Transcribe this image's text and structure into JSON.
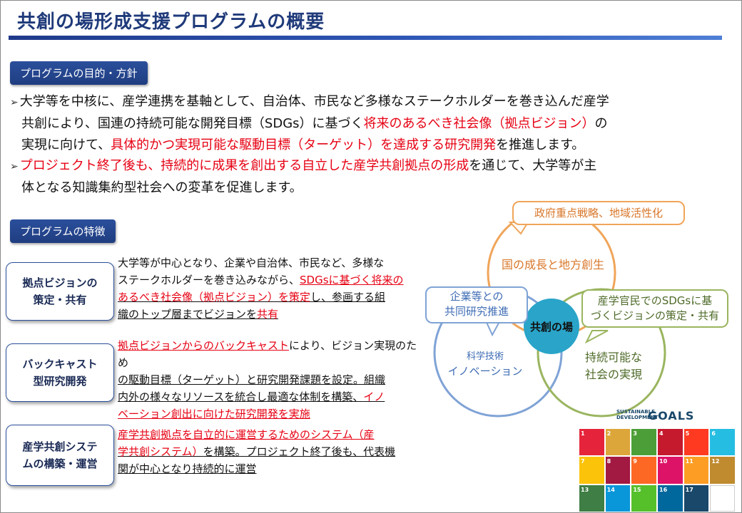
{
  "title": "共創の場形成支援プログラムの概要",
  "section1": {
    "label": "プログラムの目的・方針",
    "bullet1": {
      "t1": "大学等を中核に、産学連携を基軸として、自治体、市民など多様なステークホルダーを巻き込んだ産学",
      "t2": "共創により、国連の持続可能な開発目標（SDGs）に基づく",
      "r1": "将来のあるべき社会像（拠点ビジョン）",
      "t3": "の",
      "t4": "実現に向けて、",
      "r2": "具体的かつ実現可能な駆動目標（ターゲット）を達成する研究開発",
      "t5": "を推進します。"
    },
    "bullet2": {
      "r1": "プロジェクト終了後も、持続的に成果を創出する自立した産学共創拠点の形成",
      "t1": "を通じて、大学等が主",
      "t2": "体となる知識集約型社会への変革を促進します。"
    }
  },
  "section2": {
    "label": "プログラムの特徴",
    "features": [
      {
        "title1": "拠点ビジョンの",
        "title2": "策定・共有",
        "l1": "大学等が中心となり、企業や自治体、市民など、多様な",
        "l2a": "ステークホルダーを巻き込みながら、",
        "l2b": "SDGsに基づく将来の",
        "l3a": "あるべき社会像（拠点ビジョン）を策定",
        "l3b": "し、参画する組",
        "l4a": "織のトップ層までビジョンを",
        "l4b": "共有"
      },
      {
        "title1": "バックキャスト",
        "title2": "型研究開発",
        "l1a": "拠点ビジョンからのバックキャスト",
        "l1b": "により、ビジョン実現のため",
        "l2": "の駆動目標（ターゲット）と研究開発課題を設定。組織",
        "l3a": "内外の様々なリソースを統合し最適な体制を構築、",
        "l3b": "イノ",
        "l4": "ベーション創出に向けた研究開発を実施"
      },
      {
        "title1": "産学共創システ",
        "title2": "ムの構築・運営",
        "l1": "産学共創拠点を自立的に運営するためのシステム（産",
        "l2a": "学共創システム）",
        "l2b": "を構築。プロジェクト終了後も、代表機",
        "l3": "関が中心となり持続的に運営"
      }
    ]
  },
  "venn": {
    "top_circle": "国の成長と地方創生",
    "left_circle_1": "科学技術",
    "left_circle_2": "イノベーション",
    "right_circle_1": "持続可能な",
    "right_circle_2": "社会の実現",
    "center": "共創の場",
    "callout_top": "政府重点戦略、地域活性化",
    "callout_left_1": "企業等との",
    "callout_left_2": "共同研究推進",
    "callout_right_1": "産学官民でのSDGsに基",
    "callout_right_2": "づくビジョンの策定・共有",
    "colors": {
      "orange": "#f0a55a",
      "blue": "#7fa3d6",
      "green": "#9ab55f",
      "center": "#2aa4c9"
    }
  },
  "sdgs": {
    "logo_line1": "SUSTAINABLE",
    "logo_line2": "DEVELOPMENT",
    "logo_word": "GOALS",
    "tiles": [
      {
        "n": "1",
        "c": "#e5243b"
      },
      {
        "n": "2",
        "c": "#dda63a"
      },
      {
        "n": "3",
        "c": "#4c9f38"
      },
      {
        "n": "4",
        "c": "#c5192d"
      },
      {
        "n": "5",
        "c": "#ff3a21"
      },
      {
        "n": "6",
        "c": "#26bde2"
      },
      {
        "n": "7",
        "c": "#fcc30b"
      },
      {
        "n": "8",
        "c": "#a21942"
      },
      {
        "n": "9",
        "c": "#fd6925"
      },
      {
        "n": "10",
        "c": "#dd1367"
      },
      {
        "n": "11",
        "c": "#fd9d24"
      },
      {
        "n": "12",
        "c": "#bf8b2e"
      },
      {
        "n": "13",
        "c": "#3f7e44"
      },
      {
        "n": "14",
        "c": "#0a97d9"
      },
      {
        "n": "15",
        "c": "#56c02b"
      },
      {
        "n": "16",
        "c": "#00689d"
      },
      {
        "n": "17",
        "c": "#19486a"
      },
      {
        "n": "",
        "c": "#ffffff"
      }
    ]
  }
}
